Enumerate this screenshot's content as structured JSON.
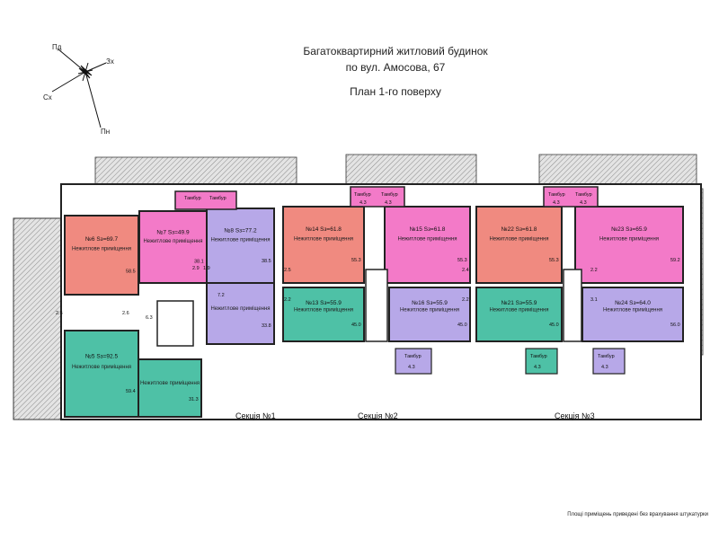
{
  "header": {
    "title_line1": "Багатоквартирний житловий будинок",
    "title_line2": "по вул. Амосова, 67",
    "plan_title": "План 1-го поверху"
  },
  "compass": {
    "north_west": "Пд",
    "east": "Зх",
    "west": "Сх",
    "south": "Пн"
  },
  "colors": {
    "salmon": "#f08a80",
    "pink": "#f37ac8",
    "lavender": "#b7a8e8",
    "teal": "#4ec1a6",
    "wall": "#333333",
    "hatch": "#b5b5b5"
  },
  "rooms": [
    {
      "title": "№6 Sз=69.7",
      "use": "Нежитлове приміщення",
      "area": "58.5"
    },
    {
      "title": "№7 Sз=49.9",
      "use": "Нежитлове приміщення",
      "area": "38.1"
    },
    {
      "title": "№8 Sз=77.2",
      "use": "Нежитлове приміщення",
      "area": "38.5"
    },
    {
      "title": "",
      "use": "Нежитлове приміщення",
      "area": "33.8"
    },
    {
      "title": "№14 Sз=61.8",
      "use": "Нежитлове приміщення",
      "area": "55.3"
    },
    {
      "title": "№15 Sз=61.8",
      "use": "Нежитлове приміщення",
      "area": "55.3"
    },
    {
      "title": "№22 Sз=61.8",
      "use": "Нежитлове приміщення",
      "area": "55.3"
    },
    {
      "title": "№23 Sз=65.9",
      "use": "Нежитлове приміщення",
      "area": "59.2"
    },
    {
      "title": "№13 Sз=55.9",
      "use": "Нежитлове приміщення",
      "area": "45.0"
    },
    {
      "title": "№16 Sз=55.9",
      "use": "Нежитлове приміщення",
      "area": "45.0"
    },
    {
      "title": "№21 Sз=55.9",
      "use": "Нежитлове приміщення",
      "area": "45.0"
    },
    {
      "title": "№24 Sз=64.0",
      "use": "Нежитлове приміщення",
      "area": "56.0"
    },
    {
      "title": "№5 Sз=92.5",
      "use": "Нежитлове приміщення",
      "area": "59.4"
    },
    {
      "title": "",
      "use": "Нежитлове приміщення",
      "area": "31.3"
    }
  ],
  "vestibule": {
    "label": "Тамбур",
    "area": "4.3"
  },
  "small_areas": [
    "2.6",
    "2.6",
    "6.3",
    "7.2",
    "2.9",
    "1.9",
    "2.5",
    "2.2",
    "2.4",
    "2.2",
    "2.2",
    "3.1"
  ],
  "sections": [
    "Секція №1",
    "Секція №2",
    "Секція №3"
  ],
  "footnote": "Площі приміщень приведені без врахування штукатурки"
}
